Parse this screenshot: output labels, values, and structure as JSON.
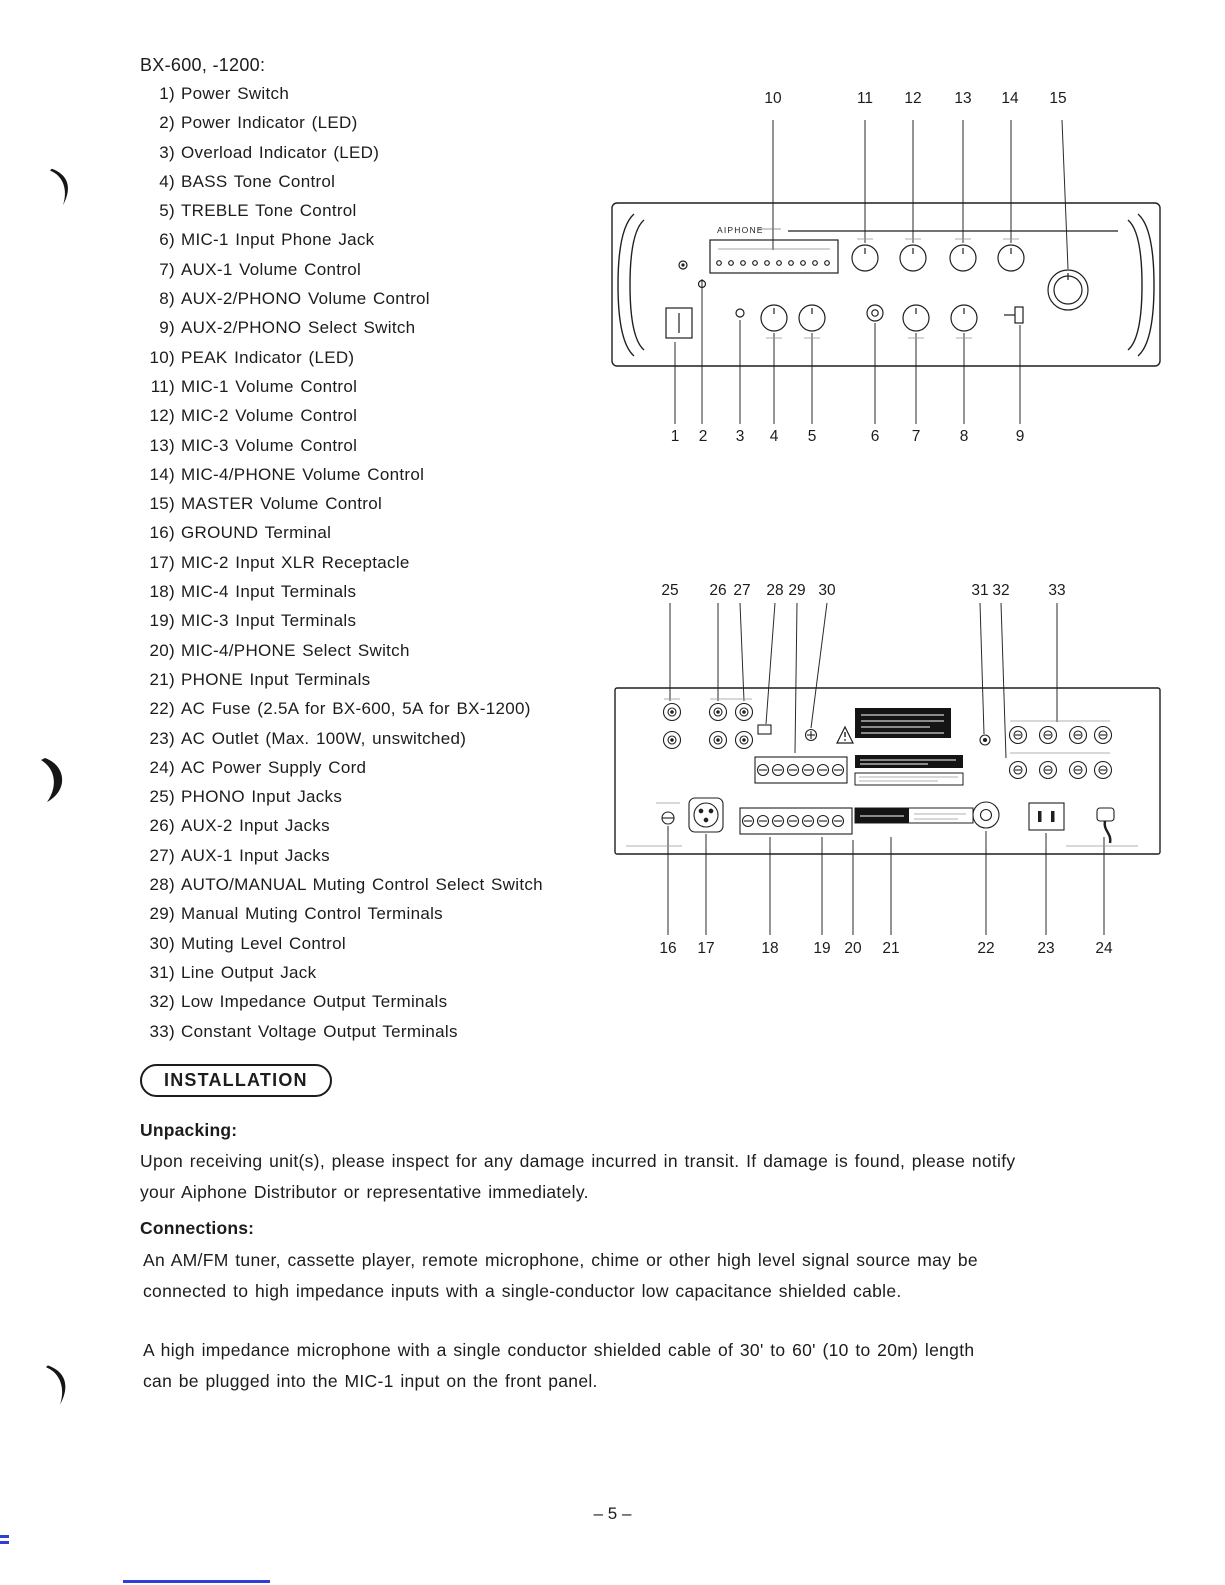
{
  "page": {
    "title": "BX-600, -1200:",
    "page_number": "– 5 –"
  },
  "parts": [
    {
      "n": "1)",
      "t": "Power Switch"
    },
    {
      "n": "2)",
      "t": "Power Indicator (LED)"
    },
    {
      "n": "3)",
      "t": "Overload Indicator (LED)"
    },
    {
      "n": "4)",
      "t": "BASS Tone Control"
    },
    {
      "n": "5)",
      "t": "TREBLE Tone Control"
    },
    {
      "n": "6)",
      "t": "MIC-1 Input Phone Jack"
    },
    {
      "n": "7)",
      "t": "AUX-1 Volume Control"
    },
    {
      "n": "8)",
      "t": "AUX-2/PHONO Volume Control"
    },
    {
      "n": "9)",
      "t": "AUX-2/PHONO Select Switch"
    },
    {
      "n": "10)",
      "t": "PEAK Indicator (LED)"
    },
    {
      "n": "11)",
      "t": "MIC-1 Volume Control"
    },
    {
      "n": "12)",
      "t": "MIC-2 Volume Control"
    },
    {
      "n": "13)",
      "t": "MIC-3 Volume Control"
    },
    {
      "n": "14)",
      "t": "MIC-4/PHONE Volume Control"
    },
    {
      "n": "15)",
      "t": "MASTER Volume Control"
    },
    {
      "n": "16)",
      "t": "GROUND Terminal"
    },
    {
      "n": "17)",
      "t": "MIC-2 Input XLR Receptacle"
    },
    {
      "n": "18)",
      "t": "MIC-4 Input Terminals"
    },
    {
      "n": "19)",
      "t": "MIC-3 Input Terminals"
    },
    {
      "n": "20)",
      "t": "MIC-4/PHONE Select Switch"
    },
    {
      "n": "21)",
      "t": "PHONE Input Terminals"
    },
    {
      "n": "22)",
      "t": "AC Fuse (2.5A for BX-600, 5A for BX-1200)"
    },
    {
      "n": "23)",
      "t": "AC Outlet (Max. 100W, unswitched)"
    },
    {
      "n": "24)",
      "t": "AC Power Supply Cord"
    },
    {
      "n": "25)",
      "t": "PHONO Input Jacks"
    },
    {
      "n": "26)",
      "t": "AUX-2 Input Jacks"
    },
    {
      "n": "27)",
      "t": "AUX-1 Input Jacks"
    },
    {
      "n": "28)",
      "t": "AUTO/MANUAL Muting Control Select Switch"
    },
    {
      "n": "29)",
      "t": "Manual Muting Control Terminals"
    },
    {
      "n": "30)",
      "t": "Muting Level Control"
    },
    {
      "n": "31)",
      "t": "Line Output Jack"
    },
    {
      "n": "32)",
      "t": "Low Impedance Output Terminals"
    },
    {
      "n": "33)",
      "t": "Constant Voltage Output Terminals"
    }
  ],
  "front_panel": {
    "brand": "AIPHONE",
    "top_callouts": [
      "10",
      "11",
      "12",
      "13",
      "14",
      "15"
    ],
    "bottom_callouts": [
      "1",
      "2",
      "3",
      "4",
      "5",
      "6",
      "7",
      "8",
      "9"
    ]
  },
  "rear_panel": {
    "top_callouts": [
      "25",
      "26",
      "27",
      "28",
      "29",
      "30",
      "31",
      "32",
      "33"
    ],
    "bottom_callouts": [
      "16",
      "17",
      "18",
      "19",
      "20",
      "21",
      "22",
      "23",
      "24"
    ]
  },
  "installation": {
    "badge": "INSTALLATION",
    "unpacking_heading": "Unpacking:",
    "unpacking_body": "Upon receiving unit(s), please inspect for any damage incurred in transit. If damage is found, please notify\nyour Aiphone Distributor or representative immediately.",
    "connections_heading": "Connections:",
    "connections_body1": "An AM/FM tuner, cassette player, remote microphone, chime or other high level signal source may be\nconnected to high impedance inputs with a single-conductor low capacitance shielded cable.",
    "connections_body2": "A high impedance microphone with a single conductor shielded cable of 30' to 60' (10 to 20m) length\ncan be plugged into the MIC-1 input on the front panel."
  }
}
